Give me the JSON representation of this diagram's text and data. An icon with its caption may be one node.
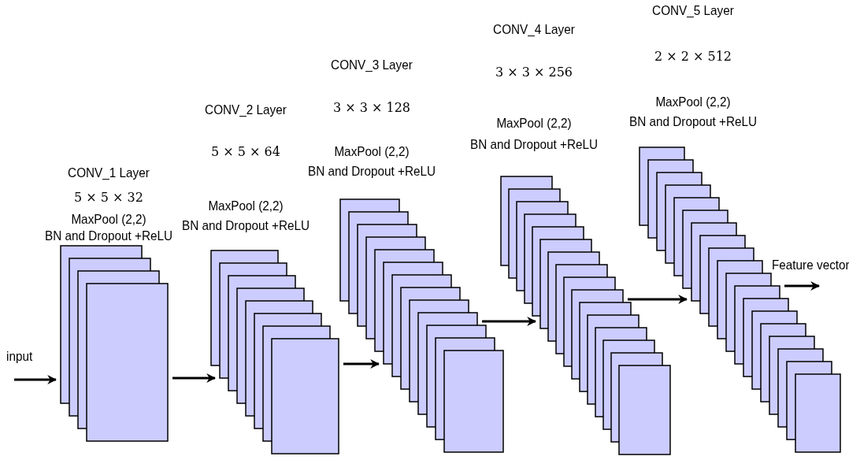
{
  "diagram": {
    "nodes": [
      {
        "text": [
          "input"
        ]
      },
      {
        "text": [
          "CONV_1 Layer",
          "5 × 5 × 32",
          "MaxPool (2,2)",
          "BN and Dropout +ReLU"
        ]
      },
      {
        "text": [
          "CONV_2 Layer",
          "5 × 5 × 64",
          "MaxPool (2,2)",
          "BN and Dropout +ReLU"
        ]
      },
      {
        "text": [
          "CONV_3 Layer",
          "3 × 3 × 128",
          "MaxPool (2,2)",
          "BN and Dropout +ReLU"
        ]
      },
      {
        "text": [
          "CONV_4 Layer",
          "3 × 3 × 256",
          "MaxPool (2,2)",
          "BN and Dropout +ReLU"
        ]
      },
      {
        "text": [
          "CONV_5 Layer",
          "2 × 2 × 512",
          "MaxPool (2,2)",
          "BN and Dropout +ReLU"
        ]
      },
      {
        "text": [
          "Feature vector"
        ]
      }
    ],
    "edges": [
      {
        "from": 0,
        "to": 1,
        "arrow": "to"
      },
      {
        "from": 1,
        "to": 2,
        "arrow": "to"
      },
      {
        "from": 2,
        "to": 3,
        "arrow": "to"
      },
      {
        "from": 3,
        "to": 4,
        "arrow": "to"
      },
      {
        "from": 4,
        "to": 5,
        "arrow": "to"
      },
      {
        "from": 5,
        "to": 6,
        "arrow": "to"
      }
    ]
  }
}
